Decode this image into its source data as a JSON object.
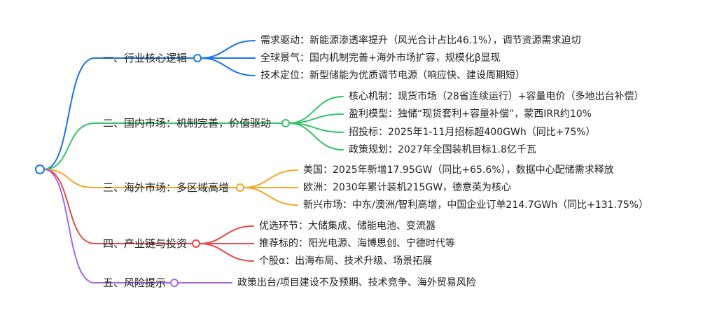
{
  "mindmap": {
    "branches": [
      {
        "label": "一、行业核心逻辑",
        "color": "#1a73e8",
        "children": [
          "需求驱动：新能源渗透率提升（风光合计占比46.1%），调节资源需求迫切",
          "全球景气：国内机制完善+海外市场扩容，规模化β显现",
          "技术定位：新型储能为优质调节电源（响应快、建设周期短）"
        ]
      },
      {
        "label": "二、国内市场：机制完善，价值驱动",
        "color": "#34c36b",
        "children": [
          "核心机制：现货市场（28省连续运行）+容量电价（多地出台补偿）",
          "盈利模型：独储“现货套利+容量补偿”，蒙西IRR约10%",
          "招投标：2025年1-11月招标超400GWh（同比+75%）",
          "政策规划：2027年全国装机目标1.8亿千瓦"
        ]
      },
      {
        "label": "三、海外市场：多区域高增",
        "color": "#f5a623",
        "children": [
          "美国：2025年新增17.95GW（同比+65.6%），数据中心配储需求释放",
          "欧洲：2030年累计装机215GW，德意英为核心",
          "新兴市场：中东/澳洲/智利高增，中国企业订单214.7GWh（同比+131.75%）"
        ]
      },
      {
        "label": "四、产业链与投资",
        "color": "#e8484a",
        "children": [
          "优选环节：大储集成、储能电池、变流器",
          "推荐标的：阳光电源、海博思创、宁德时代等",
          "个股α：出海布局、技术升级、场景拓展"
        ]
      },
      {
        "label": "五、风险提示",
        "color": "#a46ad8",
        "children": [
          "政策出台/项目建设不及预期、技术竞争、海外贸易风险"
        ]
      }
    ],
    "root_color": "#1a73e8"
  }
}
